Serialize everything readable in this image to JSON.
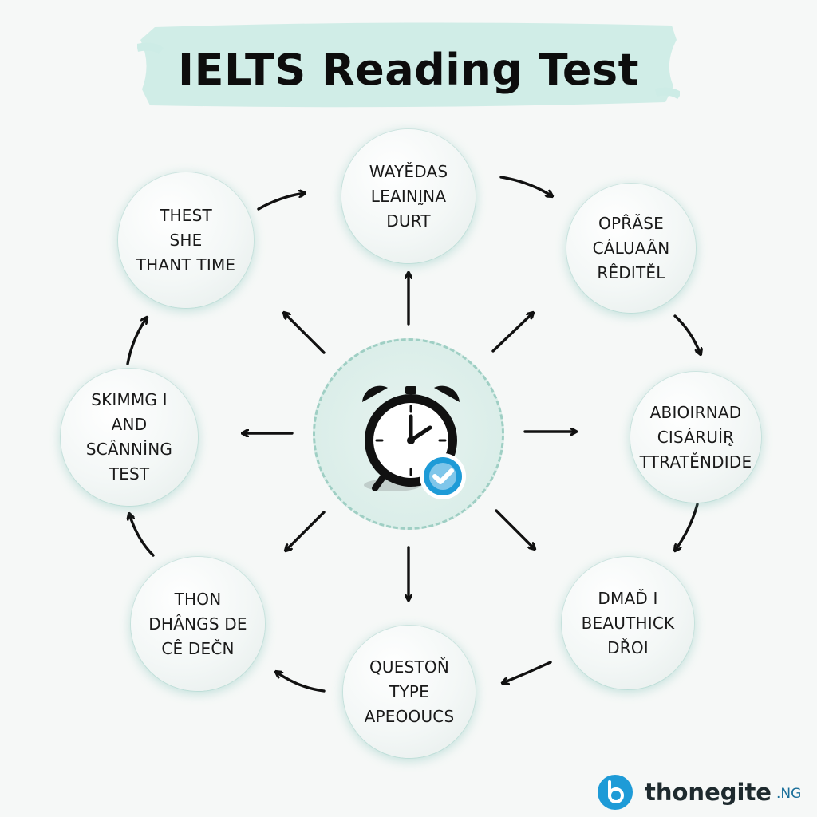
{
  "title": "IELTS Reading Test",
  "colors": {
    "accent_band": "#cdece6",
    "node_glow": "#9fd3c8",
    "arrow": "#111111",
    "badge": "#1e9bd7",
    "brand_icon": "#1e9bd7"
  },
  "center": {
    "icon": "alarm-clock-icon",
    "badge_icon": "checkmark-badge-icon"
  },
  "nodes": {
    "top": [
      "WAYĚDAS",
      "LEAINḬNA",
      "DURT"
    ],
    "top_right": [
      "OPR̂ǍSE",
      "CÁLUAÂN",
      "RÊDITĚL"
    ],
    "right": [
      "ABIOIRNAD",
      "CISÁRUİR̨",
      "TTRATĚNDIDE"
    ],
    "bottom_right": [
      "DMAĎ I",
      "BEAUTHICK",
      "DŘOI"
    ],
    "bottom": [
      "QUESTOŇ",
      "TYPE",
      "APEOOUCS"
    ],
    "bottom_left": [
      "THON",
      "DHÂNGS DE",
      "CÊ DEČN"
    ],
    "left": [
      "SKIMMG I",
      "AND",
      "SCÂNNİNG",
      "TEST"
    ],
    "top_left": [
      "THEST",
      "SHE",
      "THANT TIME"
    ]
  },
  "brand": {
    "name": "thonegite",
    "tld": ".NG",
    "icon": "brand-logo-icon"
  }
}
